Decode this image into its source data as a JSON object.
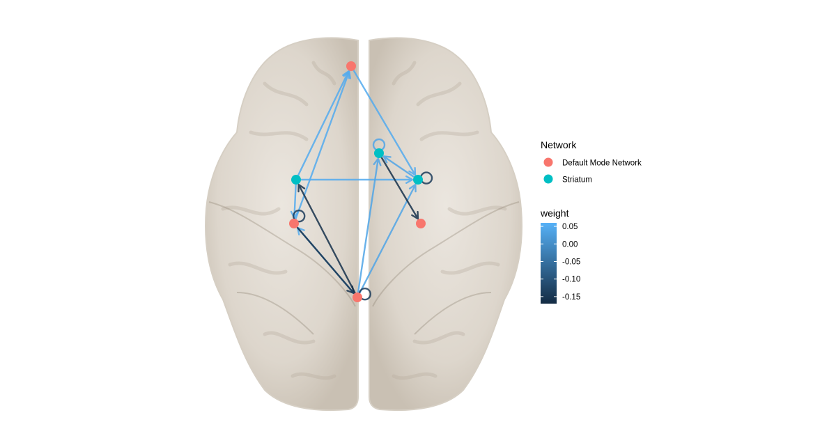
{
  "diagram": {
    "nodes": [
      {
        "id": "n1",
        "network": "Default Mode Network"
      },
      {
        "id": "n2",
        "network": "Striatum"
      },
      {
        "id": "n3",
        "network": "Striatum"
      },
      {
        "id": "n4",
        "network": "Striatum"
      },
      {
        "id": "n5",
        "network": "Default Mode Network"
      },
      {
        "id": "n6",
        "network": "Default Mode Network"
      },
      {
        "id": "n7",
        "network": "Default Mode Network"
      }
    ],
    "edges": [
      {
        "from": "n2",
        "to": "n1",
        "weight": 0.05
      },
      {
        "from": "n5",
        "to": "n1",
        "weight": 0.05
      },
      {
        "from": "n1",
        "to": "n4",
        "weight": 0.05
      },
      {
        "from": "n2",
        "to": "n4",
        "weight": 0.05
      },
      {
        "from": "n2",
        "to": "n5",
        "weight": 0.05
      },
      {
        "from": "n7",
        "to": "n5",
        "weight": 0.05
      },
      {
        "from": "n7",
        "to": "n3",
        "weight": 0.04
      },
      {
        "from": "n7",
        "to": "n4",
        "weight": 0.04
      },
      {
        "from": "n4",
        "to": "n3",
        "weight": 0.04
      },
      {
        "from": "n3",
        "to": "n6",
        "weight": -0.16
      },
      {
        "from": "n5",
        "to": "n7",
        "weight": -0.16
      },
      {
        "from": "n7",
        "to": "n2",
        "weight": -0.16
      },
      {
        "from": "n5",
        "to": "n5",
        "weight": -0.14
      },
      {
        "from": "n7",
        "to": "n7",
        "weight": -0.14
      },
      {
        "from": "n4",
        "to": "n4",
        "weight": -0.14
      },
      {
        "from": "n3",
        "to": "n3",
        "weight": 0.04
      }
    ]
  },
  "legend": {
    "network_title": "Network",
    "network_items": [
      {
        "label": "Default Mode Network",
        "color": "#F8766D"
      },
      {
        "label": "Striatum",
        "color": "#00BFC4"
      }
    ],
    "weight_title": "weight",
    "weight_ticks": [
      {
        "label": "0.05",
        "value": 0.05
      },
      {
        "label": "0.00",
        "value": 0.0
      },
      {
        "label": "-0.05",
        "value": -0.05
      },
      {
        "label": "-0.10",
        "value": -0.1
      },
      {
        "label": "-0.15",
        "value": -0.15
      }
    ],
    "weight_range": [
      -0.17,
      0.06
    ],
    "gradient_low": "#132B43",
    "gradient_high": "#56B1F7"
  }
}
